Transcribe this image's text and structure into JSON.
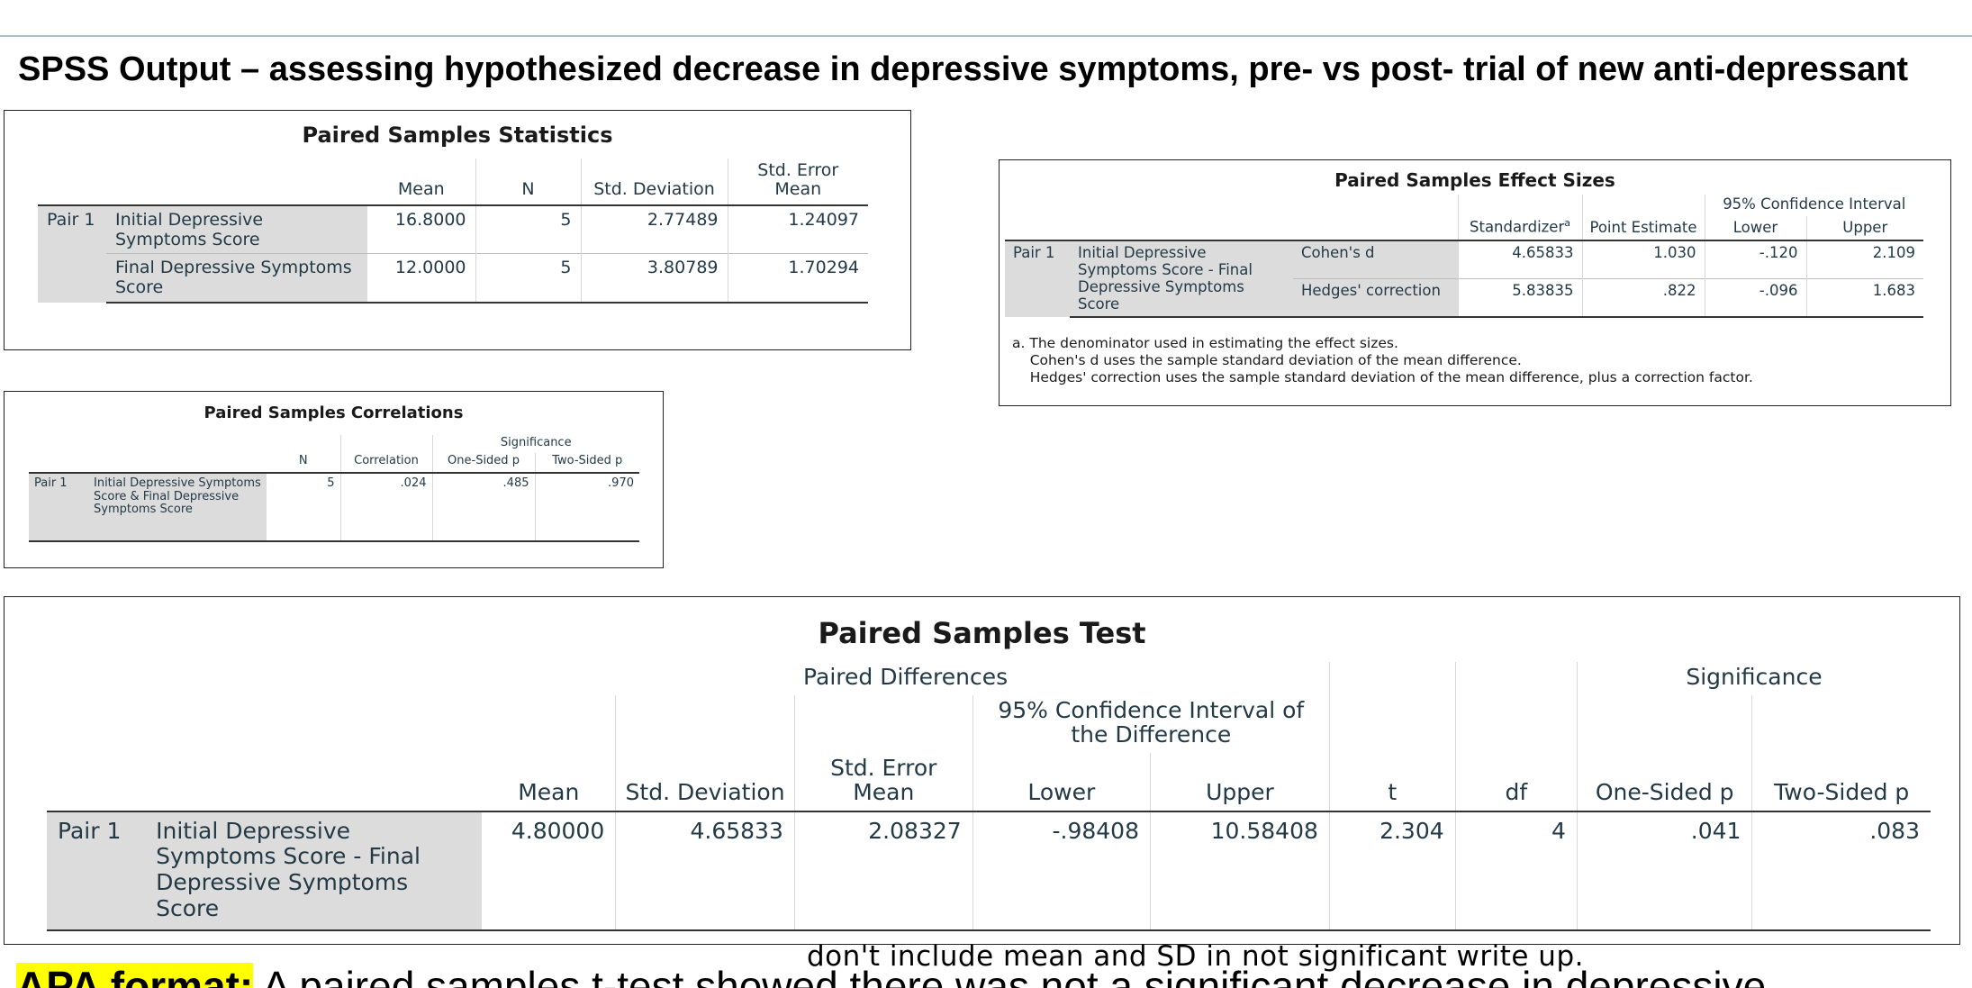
{
  "page_title": "SPSS Output – assessing hypothesized decrease in depressive symptoms, pre- vs post- trial of new anti-depressant",
  "stats": {
    "title": "Paired Samples Statistics",
    "headers": [
      "Mean",
      "N",
      "Std. Deviation",
      "Std. Error Mean"
    ],
    "pair": "Pair 1",
    "rows": [
      {
        "label": "Initial Depressive Symptoms Score",
        "mean": "16.8000",
        "n": "5",
        "sd": "2.77489",
        "se": "1.24097"
      },
      {
        "label": "Final Depressive Symptoms Score",
        "mean": "12.0000",
        "n": "5",
        "sd": "3.80789",
        "se": "1.70294"
      }
    ]
  },
  "corr": {
    "title": "Paired Samples Correlations",
    "group": "Significance",
    "headers": [
      "N",
      "Correlation",
      "One-Sided p",
      "Two-Sided p"
    ],
    "pair": "Pair 1",
    "row": {
      "label": "Initial Depressive Symptoms Score & Final Depressive Symptoms Score",
      "n": "5",
      "correlation": ".024",
      "one": ".485",
      "two": ".970"
    }
  },
  "effect": {
    "title": "Paired Samples Effect Sizes",
    "group": "95% Confidence Interval",
    "headers": [
      "Standardizer",
      "Point Estimate",
      "Lower",
      "Upper"
    ],
    "sup": "a",
    "pair": "Pair 1",
    "label": "Initial Depressive Symptoms Score - Final Depressive Symptoms Score",
    "rows": [
      {
        "measure": "Cohen's d",
        "standardizer": "4.65833",
        "point": "1.030",
        "lower": "-.120",
        "upper": "2.109"
      },
      {
        "measure": "Hedges' correction",
        "standardizer": "5.83835",
        "point": ".822",
        "lower": "-.096",
        "upper": "1.683"
      }
    ],
    "footnotes": [
      "a. The denominator used in estimating the effect sizes.",
      "    Cohen's d uses the sample standard deviation of the mean difference.",
      "    Hedges' correction uses the sample standard deviation of the mean difference, plus a correction factor."
    ]
  },
  "test": {
    "title": "Paired Samples Test",
    "group_diff": "Paired Differences",
    "group_ci": "95% Confidence Interval of the Difference",
    "group_sig": "Significance",
    "headers": [
      "Mean",
      "Std. Deviation",
      "Std. Error Mean",
      "Lower",
      "Upper",
      "t",
      "df",
      "One-Sided p",
      "Two-Sided p"
    ],
    "pair": "Pair 1",
    "row": {
      "label": "Initial Depressive Symptoms Score - Final Depressive Symptoms Score",
      "mean": "4.80000",
      "sd": "4.65833",
      "se": "2.08327",
      "lower": "-.98408",
      "upper": "10.58408",
      "t": "2.304",
      "df": "4",
      "one": ".041",
      "two": ".083"
    }
  },
  "handwritten_note": "don't include mean and SD in not significant write up.",
  "apa": {
    "label": "APA format:",
    "text": " A paired samples t-test showed there was not a significant decrease in depressive"
  }
}
